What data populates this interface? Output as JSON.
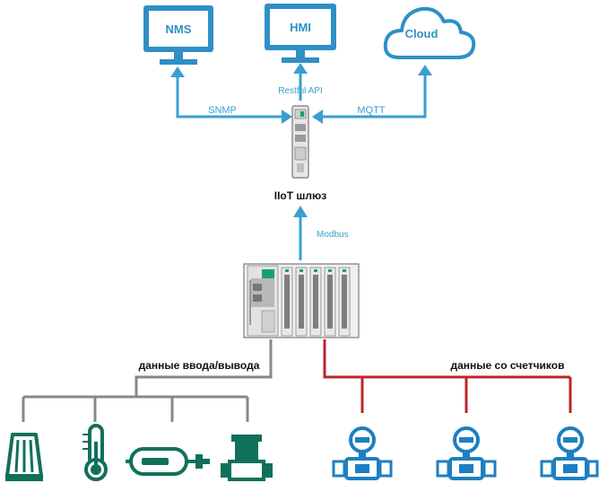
{
  "top_nodes": {
    "nms": "NMS",
    "hmi": "HMI",
    "cloud": "Cloud"
  },
  "protocols": {
    "snmp": "SNMP",
    "restful": "Restful API",
    "mqtt": "MQTT",
    "modbus": "Modbus"
  },
  "gateway": {
    "label": "IIoT шлюз"
  },
  "buses": {
    "io_data": "данные ввода/вывода",
    "meter_data": "данные со счетчиков"
  },
  "colors": {
    "accent_blue": "#3a9fd0",
    "monitor_blue": "#2f8fc6",
    "teal_device": "#11705a",
    "io_line_gray": "#888888",
    "meter_line_red": "#c0242b",
    "meter_blue": "#1d7fc1"
  },
  "icons": {
    "nms": "monitor-icon",
    "hmi": "monitor-icon",
    "cloud": "cloud-icon",
    "gateway": "din-rail-gateway-icon",
    "controller": "modular-io-controller-icon",
    "io_devices": [
      "signal-tower-icon",
      "thermometer-icon",
      "tank-sensor-icon",
      "pump-icon"
    ],
    "meters": [
      "flow-meter-icon",
      "flow-meter-icon",
      "flow-meter-icon"
    ]
  }
}
